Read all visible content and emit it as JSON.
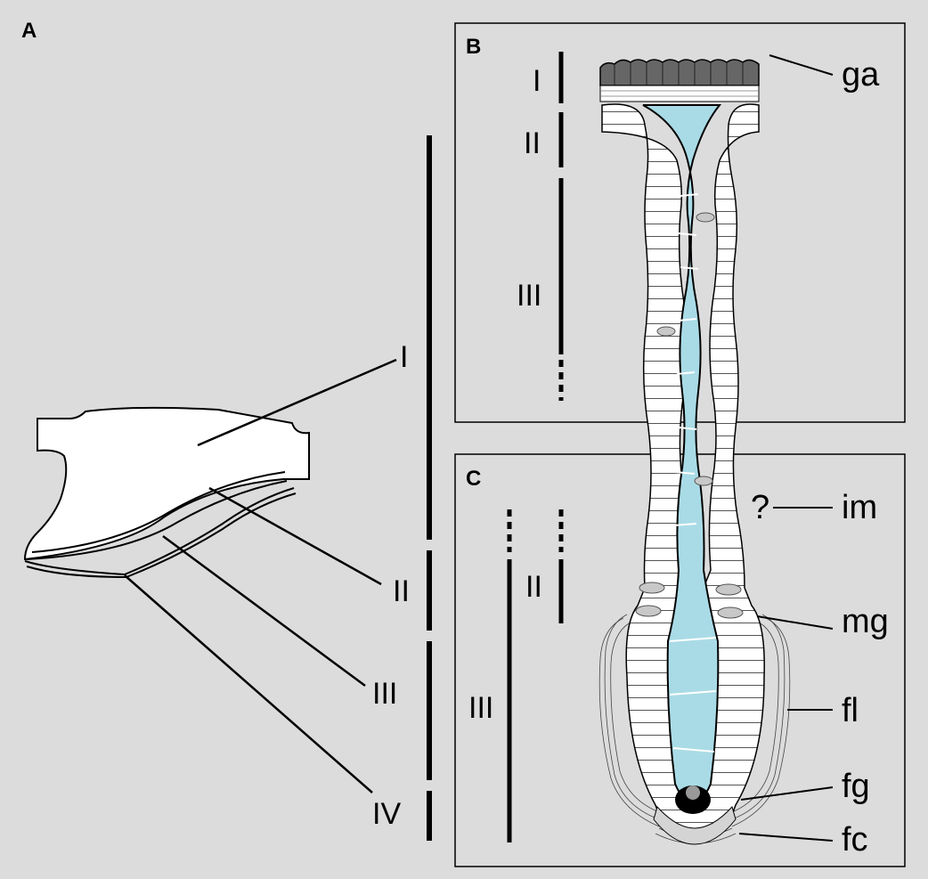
{
  "figure": {
    "colors": {
      "background": "#dcdcdc",
      "lumen": "#a9dbe6",
      "cell": "#ffffff",
      "secretion": "#c8c8c8",
      "cap": "#666666",
      "ink": "#000000"
    },
    "panels": {
      "a": {
        "letter": "A",
        "labels": [
          "I",
          "II",
          "III",
          "IV"
        ]
      },
      "b": {
        "letter": "B",
        "zones": [
          "I",
          "II",
          "III"
        ]
      },
      "c": {
        "letter": "C",
        "zones": [
          "II",
          "III"
        ]
      }
    },
    "structure_labels": {
      "ga": "ga",
      "im": "im",
      "im_query": "?",
      "mg": "mg",
      "fl": "fl",
      "fg": "fg",
      "fc": "fc"
    }
  }
}
